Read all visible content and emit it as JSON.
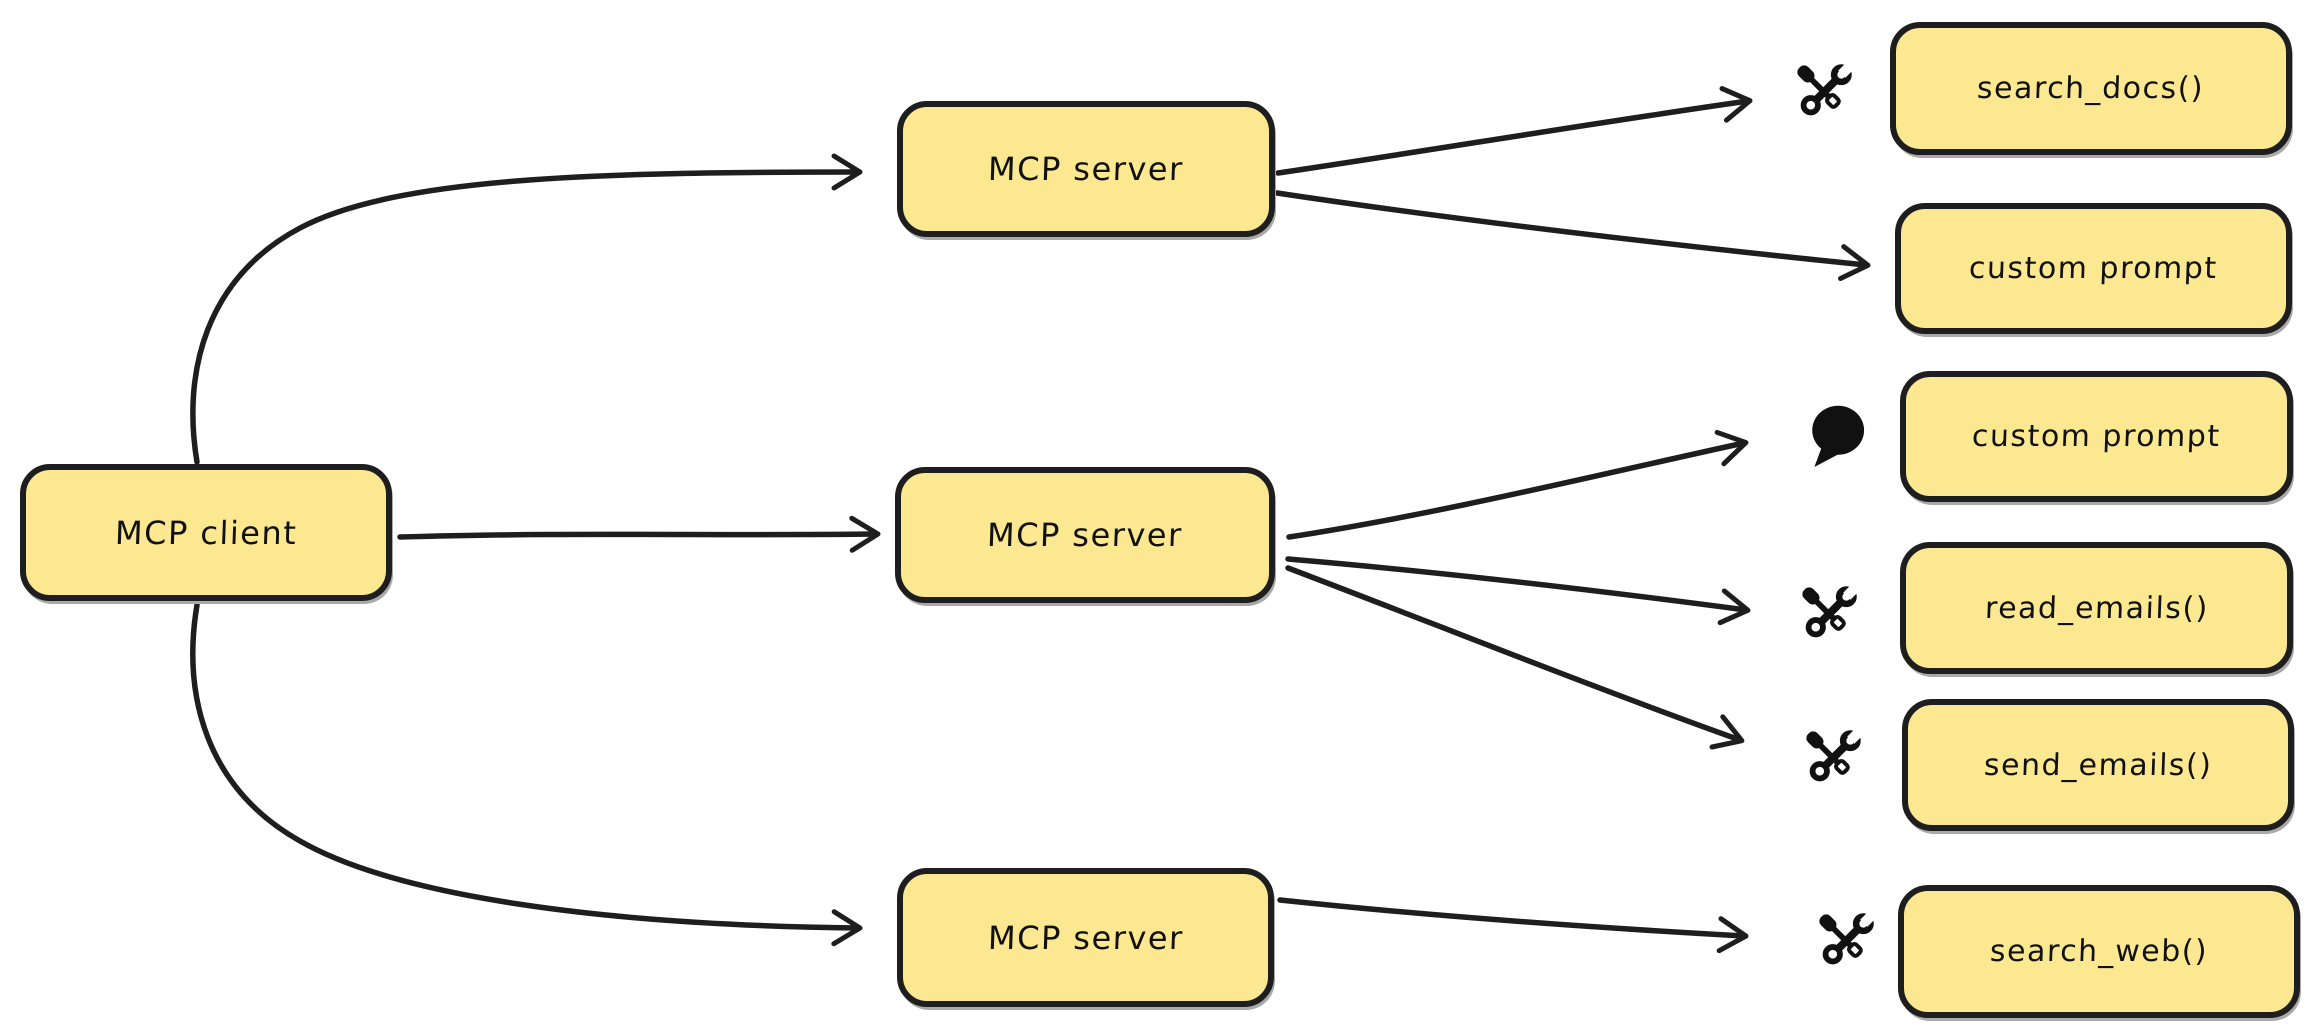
{
  "diagram": {
    "client": {
      "label": "MCP client"
    },
    "servers": [
      {
        "label": "MCP server"
      },
      {
        "label": "MCP server"
      },
      {
        "label": "MCP server"
      }
    ],
    "capabilities": [
      {
        "label": "search_docs()",
        "icon": "tools-icon",
        "server": 1
      },
      {
        "label": "custom prompt",
        "icon": "none",
        "server": 1
      },
      {
        "label": "custom prompt",
        "icon": "speech-bubble-icon",
        "server": 2
      },
      {
        "label": "read_emails()",
        "icon": "tools-icon",
        "server": 2
      },
      {
        "label": "send_emails()",
        "icon": "tools-icon",
        "server": 2
      },
      {
        "label": "search_web()",
        "icon": "tools-icon",
        "server": 3
      }
    ],
    "connections": [
      {
        "from": "MCP client",
        "to": "MCP server 1"
      },
      {
        "from": "MCP client",
        "to": "MCP server 2"
      },
      {
        "from": "MCP client",
        "to": "MCP server 3"
      },
      {
        "from": "MCP server 1",
        "to": "search_docs()"
      },
      {
        "from": "MCP server 1",
        "to": "custom prompt"
      },
      {
        "from": "MCP server 2",
        "to": "custom prompt"
      },
      {
        "from": "MCP server 2",
        "to": "read_emails()"
      },
      {
        "from": "MCP server 2",
        "to": "send_emails()"
      },
      {
        "from": "MCP server 3",
        "to": "search_web()"
      }
    ],
    "colors": {
      "node_fill": "#FBE890",
      "stroke": "#1E1E1E",
      "shadow": "#A9A9A9",
      "background": "#FFFFFF"
    }
  }
}
